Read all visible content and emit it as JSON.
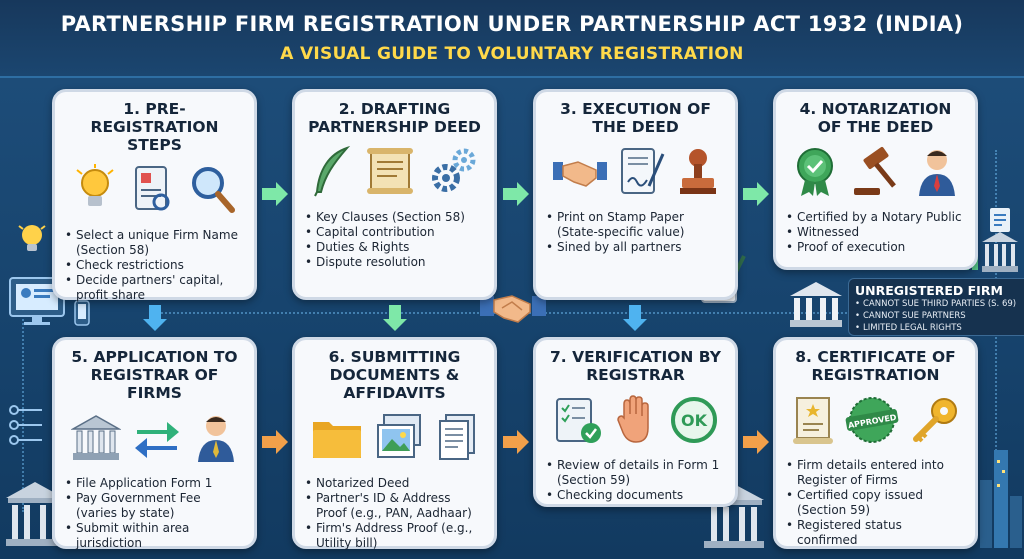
{
  "header": {
    "title": "PARTNERSHIP FIRM REGISTRATION UNDER PARTNERSHIP ACT 1932 (INDIA)",
    "subtitle": "A VISUAL GUIDE TO VOLUNTARY REGISTRATION"
  },
  "steps": [
    {
      "title": "1. PRE-REGISTRATION STEPS",
      "icons": [
        "lightbulb-icon",
        "document-icon",
        "magnifier-icon"
      ],
      "bullets": [
        "Select a unique Firm Name (Section 58)",
        "Check restrictions",
        "Decide partners' capital, profit share"
      ]
    },
    {
      "title": "2. DRAFTING PARTNERSHIP DEED",
      "icons": [
        "quill-icon",
        "scroll-icon",
        "gears-icon"
      ],
      "bullets": [
        "Key Clauses (Section 58)",
        "Capital contribution",
        "Duties & Rights",
        "Dispute resolution"
      ]
    },
    {
      "title": "3. EXECUTION OF THE DEED",
      "icons": [
        "handshake-icon",
        "signed-document-icon",
        "rubber-stamp-icon"
      ],
      "bullets": [
        "Print on Stamp Paper (State-specific value)",
        "Sined by all partners"
      ]
    },
    {
      "title": "4. NOTARIZATION OF THE DEED",
      "icons": [
        "seal-check-icon",
        "gavel-icon",
        "notary-person-icon"
      ],
      "bullets": [
        "Certified by a Notary Public",
        "Witnessed",
        "Proof of execution"
      ]
    },
    {
      "title": "5. APPLICATION TO REGISTRAR OF FIRMS",
      "icons": [
        "government-building-icon",
        "exchange-arrows-icon",
        "official-person-icon"
      ],
      "bullets": [
        "File Application Form 1",
        "Pay Government Fee (varies by state)",
        "Submit within area jurisdiction"
      ]
    },
    {
      "title": "6. SUBMITTING DOCUMENTS & AFFIDAVITS",
      "icons": [
        "folder-icon",
        "photos-icon",
        "papers-icon"
      ],
      "bullets": [
        "Notarized Deed",
        "Partner's ID & Address Proof (e.g., PAN, Aadhaar)",
        "Firm's Address Proof (e.g., Utility bill)"
      ]
    },
    {
      "title": "7. VERIFICATION BY REGISTRAR",
      "icons": [
        "checklist-icon",
        "hand-stop-icon",
        "ok-badge-icon"
      ],
      "bullets": [
        "Review of details in Form 1 (Section 59)",
        "Checking documents"
      ]
    },
    {
      "title": "8. CERTIFICATE OF REGISTRATION",
      "icons": [
        "certificate-icon",
        "approved-stamp-icon",
        "key-icon"
      ],
      "bullets": [
        "Firm details entered into Register of Firms",
        "Certified copy issued (Section 59)",
        "Registered status confirmed"
      ]
    }
  ],
  "unregistered": {
    "title": "UNREGISTERED FIRM",
    "items": [
      "CANNOT SUE THIRD PARTIES (S. 69)",
      "CANNOT SUE PARTNERS",
      "LIMITED LEGAL RIGHTS"
    ]
  },
  "badges": {
    "ok": "OK",
    "approved": "APPROVED"
  },
  "colors": {
    "background": "#1b4670",
    "title": "#ffffff",
    "subtitle": "#ffd94a",
    "arrow": "#7ee8a8",
    "card": "#f7f9fc"
  }
}
